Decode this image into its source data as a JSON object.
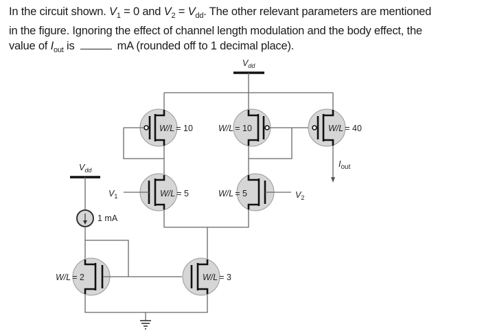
{
  "question": {
    "line1_pre": "In the circuit shown. ",
    "v1_sym": "V",
    "v1_sub": "1",
    "v1_val": " = 0 and ",
    "v2_sym": "V",
    "v2_sub": "2",
    "v2_eq": " = ",
    "vdd_sym": "V",
    "vdd_sub": "dd",
    "line1_post": ". The other relevant parameters are mentioned",
    "line2": "in the figure. Ignoring the effect of channel length modulation and the body effect, the",
    "line3_pre": "value of ",
    "iout_sym": "I",
    "iout_sub": "out",
    "line3_is": " is",
    "line3_post": "mA (rounded off to 1 decimal place)."
  },
  "circuit": {
    "vdd_top": {
      "sym": "V",
      "sub": "dd"
    },
    "vdd_left": {
      "sym": "V",
      "sub": "dd"
    },
    "current_source": "1 mA",
    "iout": {
      "sym": "I",
      "sub": "out"
    },
    "v1": {
      "sym": "V",
      "sub": "1"
    },
    "v2": {
      "sym": "V",
      "sub": "2"
    },
    "transistors": [
      {
        "id": "p1",
        "type": "pmos",
        "wl": "W/L",
        "value": "= 10"
      },
      {
        "id": "p2",
        "type": "pmos",
        "wl": "W/L",
        "value": "= 10"
      },
      {
        "id": "p3",
        "type": "pmos",
        "wl": "W/L",
        "value": "= 40"
      },
      {
        "id": "n1",
        "type": "nmos",
        "wl": "W/L",
        "value": "= 5"
      },
      {
        "id": "n2",
        "type": "nmos",
        "wl": "W/L",
        "value": "= 5"
      },
      {
        "id": "n3",
        "type": "nmos",
        "wl": "W/L",
        "value": "= 2"
      },
      {
        "id": "n4",
        "type": "nmos",
        "wl": "W/L",
        "value": "= 3"
      }
    ]
  }
}
